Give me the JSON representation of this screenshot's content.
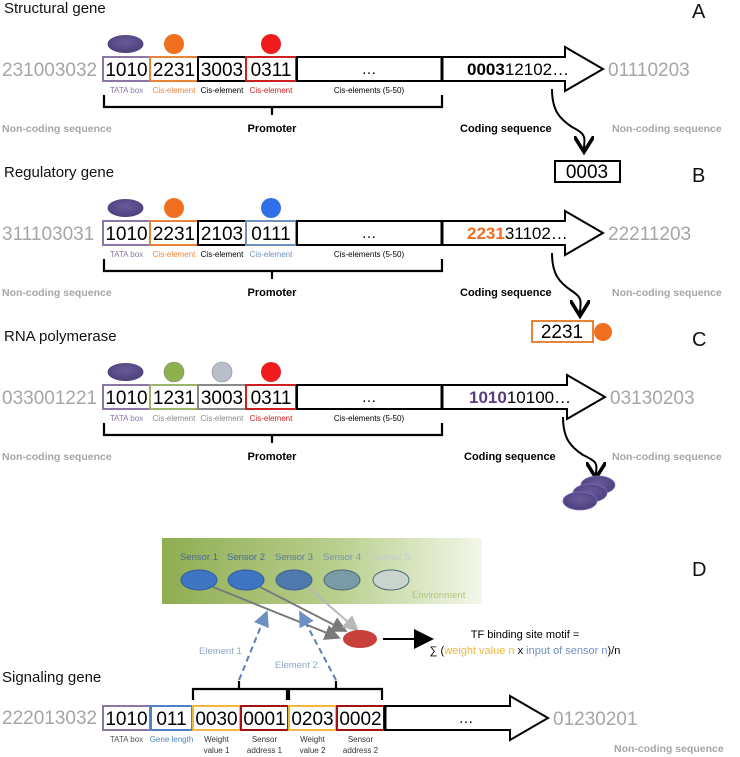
{
  "colors": {
    "purple": "#8a77a8",
    "orange": "#e8843a",
    "red": "#cc2020",
    "blue": "#6d8fc2",
    "green": "#9bb36a",
    "gray_box": "#8a8a8a",
    "yellow": "#f0b73c",
    "darkred": "#a21212",
    "gene_length_blue": "#4f84c4",
    "flank_gray": "#a6a6a6",
    "tata_protein": "#5b4d8a",
    "orange_tf": "#f07020",
    "red_tf": "#ee1c1c",
    "blue_tf": "#2f6fe8",
    "green_tf": "#8fb04f",
    "gray_tf": "#b9bfca",
    "coding_purple": "#5b3d7a"
  },
  "panels": [
    {
      "title": "Structural gene",
      "letter": "A",
      "left_flank": "231003032",
      "boxes": [
        {
          "value": "1010",
          "label": "TATA box",
          "border": "purple",
          "label_color": "purple"
        },
        {
          "value": "2231",
          "label": "Cis-element",
          "border": "orange",
          "label_color": "orange"
        },
        {
          "value": "3003",
          "label": "Cis-element",
          "border": "black",
          "label_color": "black"
        },
        {
          "value": "0311",
          "label": "Cis-element",
          "border": "red",
          "label_color": "red"
        }
      ],
      "tail_label": "Cis-elements (5-50)",
      "dots": "…",
      "coding_highlight": "0003",
      "coding_rest": "12102…",
      "right_flank": "01110203",
      "noncoding_left": "Non-coding sequence",
      "promoter": "Promoter",
      "coding_sequence": "Coding sequence",
      "noncoding_right": "Non-coding sequence",
      "product": "0003"
    },
    {
      "title": "Regulatory gene",
      "letter": "B",
      "left_flank": "311103031",
      "boxes": [
        {
          "value": "1010",
          "label": "TATA box",
          "border": "purple",
          "label_color": "purple"
        },
        {
          "value": "2231",
          "label": "Cis-element",
          "border": "orange",
          "label_color": "orange"
        },
        {
          "value": "2103",
          "label": "Cis-element",
          "border": "black",
          "label_color": "black"
        },
        {
          "value": "0111",
          "label": "Cis-element",
          "border": "blue",
          "label_color": "blue"
        }
      ],
      "tail_label": "Cis-elements (5-50)",
      "dots": "…",
      "coding_highlight": "2231",
      "coding_rest": "31102…",
      "right_flank": "22211203",
      "noncoding_left": "Non-coding sequence",
      "promoter": "Promoter",
      "coding_sequence": "Coding sequence",
      "noncoding_right": "Non-coding sequence",
      "product": "2231"
    },
    {
      "title": "RNA polymerase",
      "letter": "C",
      "left_flank": "033001221",
      "boxes": [
        {
          "value": "1010",
          "label": "TATA box",
          "border": "purple",
          "label_color": "purple"
        },
        {
          "value": "1231",
          "label": "Cis-element",
          "border": "green",
          "label_color": "gray"
        },
        {
          "value": "3003",
          "label": "Cis-element",
          "border": "gray",
          "label_color": "gray"
        },
        {
          "value": "0311",
          "label": "Cis-element",
          "border": "red",
          "label_color": "red"
        }
      ],
      "tail_label": "Cis-elements (5-50)",
      "dots": "…",
      "coding_highlight": "1010",
      "coding_rest": "10100…",
      "right_flank": "03130203",
      "noncoding_left": "Non-coding sequence",
      "promoter": "Promoter",
      "coding_sequence": "Coding sequence",
      "noncoding_right": "Non-coding sequence"
    }
  ],
  "signaling": {
    "title": "Signaling gene",
    "letter": "D",
    "sensors": [
      "Sensor 1",
      "Sensor 2",
      "Sensor 3",
      "Sensor 4",
      "Sensor 5"
    ],
    "environment": "Environment",
    "element1": "Element 1",
    "element2": "Element 2",
    "formula_line1": "TF binding site motif =",
    "formula_sum": "∑ (",
    "formula_weight": "weight value n",
    "formula_x": " x ",
    "formula_input": "input of sensor n",
    "formula_end": ")/n",
    "left_flank": "222013032",
    "boxes": [
      {
        "value": "1010",
        "label": "TATA box",
        "border": "purple"
      },
      {
        "value": "011",
        "label": "Gene length",
        "border": "gene_length_blue"
      },
      {
        "value": "0030",
        "label": "Weight value 1",
        "border": "yellow"
      },
      {
        "value": "0001",
        "label": "Sensor address 1",
        "border": "darkred"
      },
      {
        "value": "0203",
        "label": "Weight value 2",
        "border": "yellow"
      },
      {
        "value": "0002",
        "label": "Sensor address 2",
        "border": "darkred"
      }
    ],
    "label_lines": [
      [
        "TATA box"
      ],
      [
        "Gene length"
      ],
      [
        "Weight",
        "value 1"
      ],
      [
        "Sensor",
        "address 1"
      ],
      [
        "Weight",
        "value 2"
      ],
      [
        "Sensor",
        "address 2"
      ]
    ],
    "dots": "…",
    "right_flank": "01230201",
    "noncoding_right": "Non-coding sequence"
  }
}
